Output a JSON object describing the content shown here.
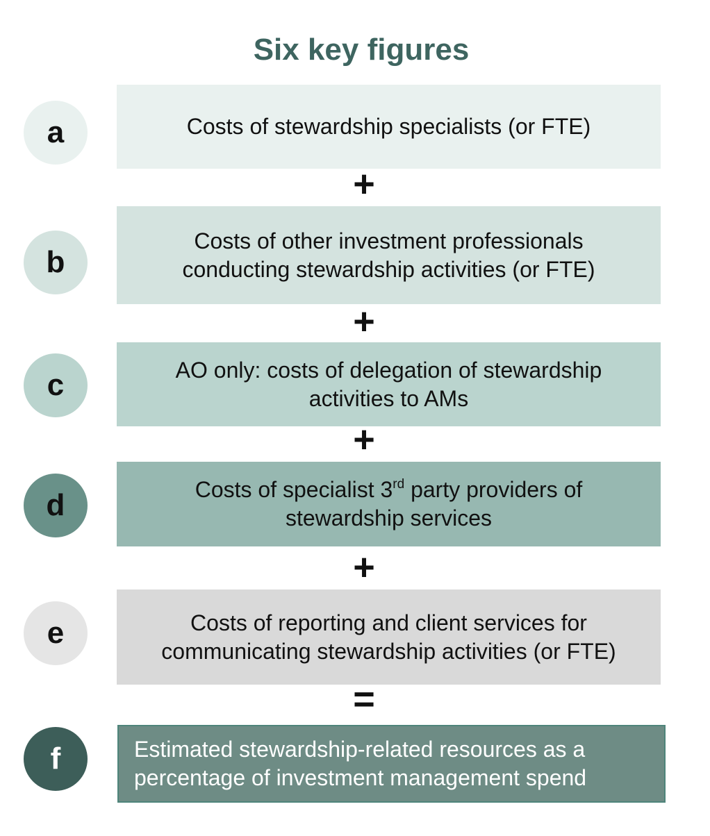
{
  "title": "Six key figures",
  "steps": [
    {
      "letter": "a",
      "lines": [
        "Costs of stewardship specialists (or FTE)"
      ],
      "box_color": "#e9f1ef",
      "circle_color": "#e9f1ef",
      "letter_color": "#111111",
      "operator": "+"
    },
    {
      "letter": "b",
      "lines": [
        "Costs of other investment professionals",
        "conducting stewardship activities (or FTE)"
      ],
      "box_color": "#d4e3df",
      "circle_color": "#d4e3df",
      "letter_color": "#111111",
      "operator": "+"
    },
    {
      "letter": "c",
      "lines": [
        "AO only: costs of delegation of stewardship",
        "activities to AMs"
      ],
      "box_color": "#bad4ce",
      "circle_color": "#bad4ce",
      "letter_color": "#111111",
      "operator": "+"
    },
    {
      "letter": "d",
      "line1_before": "Costs of specialist 3",
      "line1_sup": "rd",
      "line1_after": " party providers of",
      "line2": "stewardship services",
      "box_color": "#97b8b1",
      "circle_color": "#699189",
      "letter_color": "#111111",
      "operator": "+"
    },
    {
      "letter": "e",
      "lines": [
        "Costs of reporting and client services for",
        "communicating stewardship activities (or FTE)"
      ],
      "box_color": "#d9d9d9",
      "circle_color": "#e5e5e5",
      "letter_color": "#111111",
      "operator": "="
    },
    {
      "letter": "f",
      "lines": [
        "Estimated stewardship-related resources as a",
        "percentage of investment management spend"
      ],
      "box_color": "#6e8c85",
      "circle_color": "#3d5e59",
      "letter_color": "#ffffff"
    }
  ]
}
